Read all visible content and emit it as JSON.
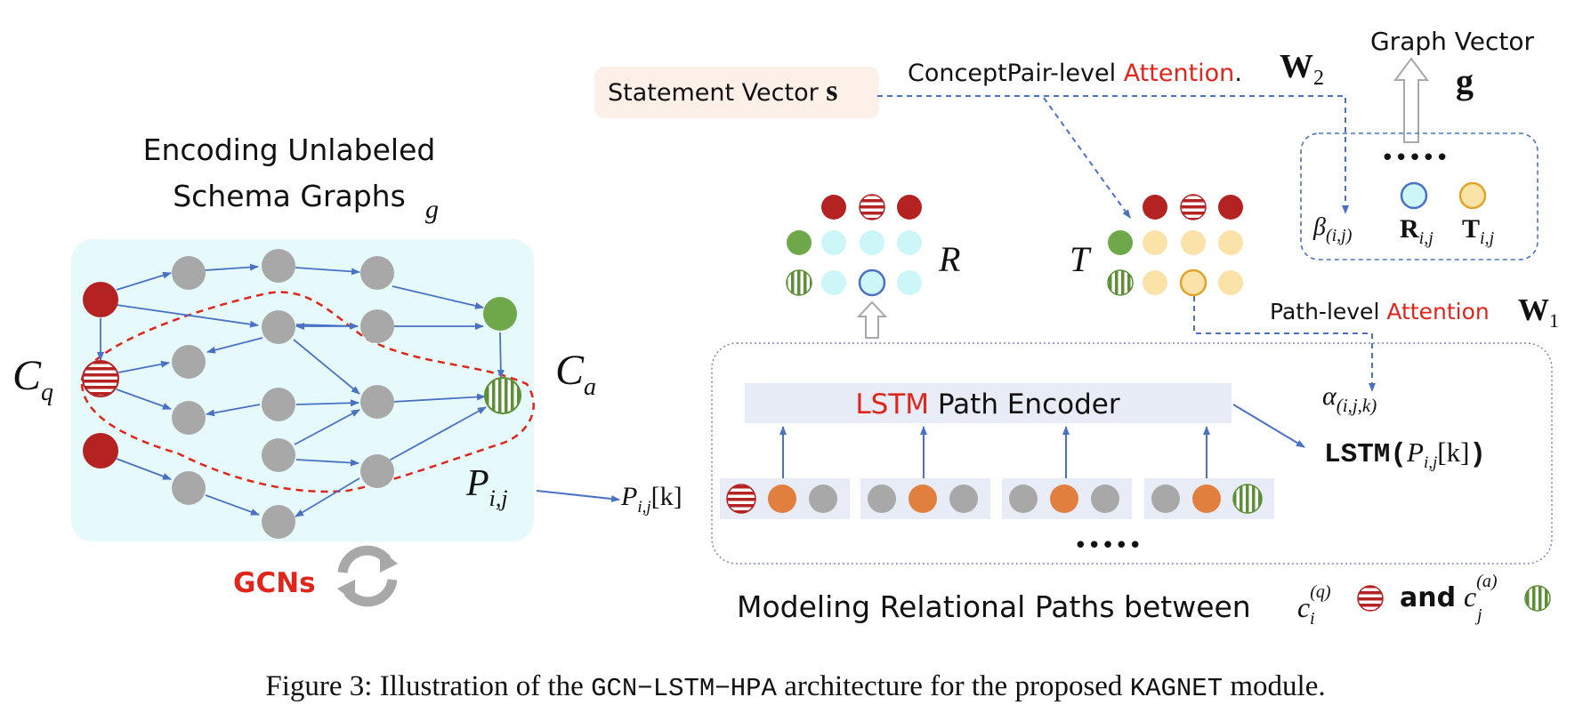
{
  "encoding": {
    "title_line1": "Encoding Unlabeled",
    "title_line2": "Schema Graphs",
    "title_symbol": "g",
    "cq_label": "C",
    "cq_sub": "q",
    "ca_label": "C",
    "ca_sub": "a",
    "pij": "P",
    "pij_sub": "i,j",
    "gcns": "GCNs"
  },
  "paths": {
    "pijk": "P",
    "pijk_sub": "i,j",
    "pijk_idx": "[k]",
    "encoder_word1": "LSTM",
    "encoder_word2": " Path Encoder",
    "dots": "•••••",
    "alpha": "α",
    "alpha_sub": "(i,j,k)",
    "lstm_out_prefix": "LSTM(",
    "lstm_out_p": "P",
    "lstm_out_sub": "i,j",
    "lstm_out_idx": "[k]",
    "lstm_out_suffix": ")",
    "path_attn_prefix": "Path-level ",
    "path_attn_word": "Attention",
    "w1": "W",
    "w1_sub": "1",
    "caption_text": "Modeling Relational Paths between",
    "ci": "c",
    "ci_sup": "(q)",
    "ci_sub": "i",
    "and": "and",
    "cj": "c",
    "cj_sup": "(a)",
    "cj_sub": "j"
  },
  "matrices": {
    "r_label": "R",
    "t_label": "T"
  },
  "statement": {
    "label": "Statement Vector ",
    "symbol": "s"
  },
  "concept_attn": {
    "prefix": "ConceptPair-level ",
    "word": "Attention",
    "suffix": ".",
    "w2": "W",
    "w2_sub": "2"
  },
  "graph_vector": {
    "label": "Graph Vector",
    "symbol": "g",
    "dots": "•••••",
    "beta": "β",
    "beta_sub": "(i,j)",
    "r": "R",
    "r_sub": "i,j",
    "t": "T",
    "t_sub": "i,j"
  },
  "caption": {
    "prefix": "Figure 3: Illustration of the ",
    "code": "GCN−LSTM−HPA",
    "middle": " architecture for the proposed ",
    "name": "KAGNET",
    "suffix": " module."
  },
  "colors": {
    "red": "#b52222",
    "gray": "#a8a8a8",
    "green": "#6fa84a",
    "orange": "#e07f3e",
    "blue": "#4a72c4",
    "accent_red": "#e0261c",
    "cyan": "#cdf6f8",
    "yellow": "#fbe2a8",
    "panel_bg": "#e6f9fb",
    "encoder_bg": "#e8ecf6",
    "statement_bg": "#fdf0e8"
  }
}
